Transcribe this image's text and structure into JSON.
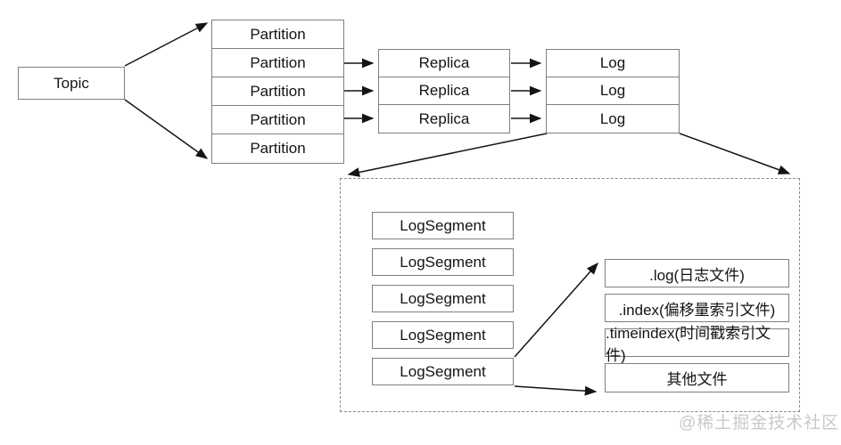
{
  "diagram": {
    "topic_label": "Topic",
    "partitions": [
      "Partition",
      "Partition",
      "Partition",
      "Partition",
      "Partition"
    ],
    "replicas": [
      "Replica",
      "Replica",
      "Replica"
    ],
    "logs": [
      "Log",
      "Log",
      "Log"
    ],
    "log_segments": [
      "LogSegment",
      "LogSegment",
      "LogSegment",
      "LogSegment",
      "LogSegment"
    ],
    "segment_files": [
      ".log(日志文件)",
      ".index(偏移量索引文件)",
      ".timeindex(时间戳索引文件)",
      "其他文件"
    ],
    "watermark": "@稀土掘金技术社区",
    "colors": {
      "background": "#ffffff",
      "box_border": "#7f7f7f",
      "dashed_border": "#8a8a8a",
      "arrow": "#141414",
      "text": "#141414",
      "watermark": "#c9c9c9"
    }
  }
}
